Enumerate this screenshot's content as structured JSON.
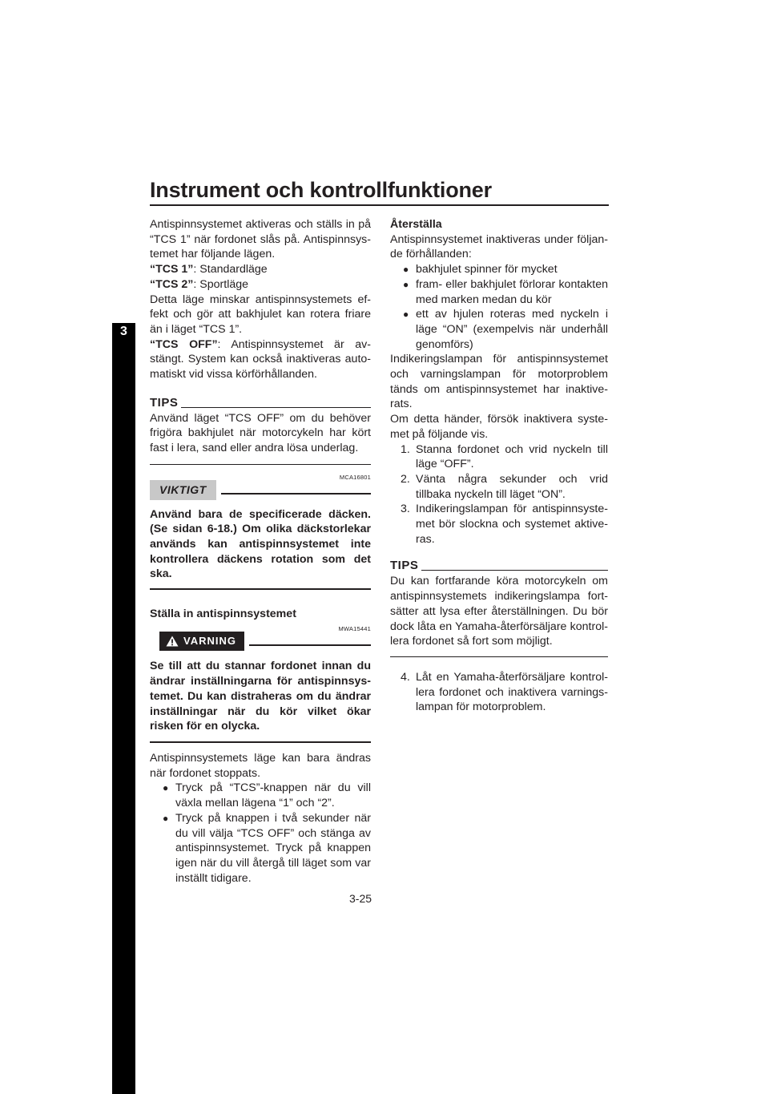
{
  "header": {
    "title": "Instrument och kontrollfunktioner"
  },
  "chapter_tab": "3",
  "page_number": "3-25",
  "left": {
    "intro": "Antispinnsystemet aktiveras och ställs in på “TCS 1” när fordonet slås på. Antispinnsys-temet har följande lägen.",
    "modes": [
      {
        "label": "“TCS 1”",
        "text": ": Standardläge"
      },
      {
        "label": "“TCS 2”",
        "text": ": Sportläge"
      }
    ],
    "mode2_desc": "Detta läge minskar antispinnsystemets ef-fekt och gör att bakhjulet kan rotera friare än i läget “TCS 1”.",
    "mode_off": {
      "label": "“TCS OFF”",
      "text": ": Antispinnsystemet är av-stängt. System kan också inaktiveras auto-matiskt vid vissa körförhållanden."
    },
    "tips": {
      "label": "TIPS",
      "text": "Använd läget “TCS OFF” om du behöver frigöra bakhjulet när motorcykeln har kört fast i lera, sand eller andra lösa underlag."
    },
    "notice": {
      "code": "MCA16801",
      "label": "VIKTIGT",
      "text": "Använd bara de specificerade däcken. (Se sidan 6-18.) Om olika däckstorlekar används kan antispinnsystemet inte kontrollera däckens rotation som det ska."
    },
    "subheading": "Ställa in antispinnsystemet",
    "warning": {
      "code": "MWA15441",
      "label": "VARNING",
      "text": "Se till att du stannar fordonet innan du ändrar inställningarna för antispinnsys-temet. Du kan distraheras om du ändrar inställningar när du kör vilket ökar risken för en olycka."
    },
    "after_warning": "Antispinnsystemets läge kan bara ändras när fordonet stoppats.",
    "bullets": [
      "Tryck på “TCS”-knappen när du vill växla mellan lägena “1” och “2”.",
      "Tryck på knappen i två sekunder när du vill välja “TCS OFF” och stänga av antispinnsystemet. Tryck på knappen igen när du vill återgå till läget som var inställt tidigare."
    ]
  },
  "right": {
    "heading": "Återställa",
    "intro": "Antispinnsystemet inaktiveras under följan-de förhållanden:",
    "bullets": [
      "bakhjulet spinner för mycket",
      "fram- eller bakhjulet förlorar kontakten med marken medan du kör",
      "ett av hjulen roteras med nyckeln i läge “ON” (exempelvis när underhåll genomförs)"
    ],
    "para1": "Indikeringslampan för antispinnsystemet och varningslampan för motorproblem tänds om antispinnsystemet har inaktive-rats.",
    "para2": "Om detta händer, försök inaktivera syste-met på följande vis.",
    "steps": [
      {
        "n": "1.",
        "text": "Stanna fordonet och vrid nyckeln till läge “OFF”."
      },
      {
        "n": "2.",
        "text": "Vänta några sekunder och vrid tillbaka nyckeln till läget “ON”."
      },
      {
        "n": "3.",
        "text": "Indikeringslampan för antispinnsyste-met bör slockna och systemet aktive-ras."
      }
    ],
    "tips": {
      "label": "TIPS",
      "text": "Du kan fortfarande köra motorcykeln om antispinnsystemets indikeringslampa fort-sätter att lysa efter återställningen. Du bör dock låta en Yamaha-återförsäljare kontrol-lera fordonet så fort som möjligt."
    },
    "step4": {
      "n": "4.",
      "text": "Låt en Yamaha-återförsäljare kontrol-lera fordonet och inaktivera varnings-lampan för motorproblem."
    }
  }
}
